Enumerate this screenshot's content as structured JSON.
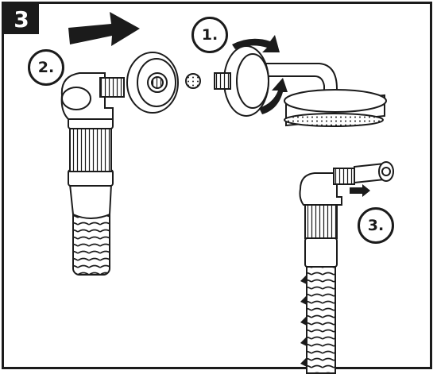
{
  "step": {
    "number": "3"
  },
  "callouts": [
    {
      "label": "1."
    },
    {
      "label": "2."
    },
    {
      "label": "3."
    }
  ],
  "colors": {
    "ink": "#1b1b1b",
    "paper": "#ffffff",
    "shade": "#d9d9d9"
  }
}
